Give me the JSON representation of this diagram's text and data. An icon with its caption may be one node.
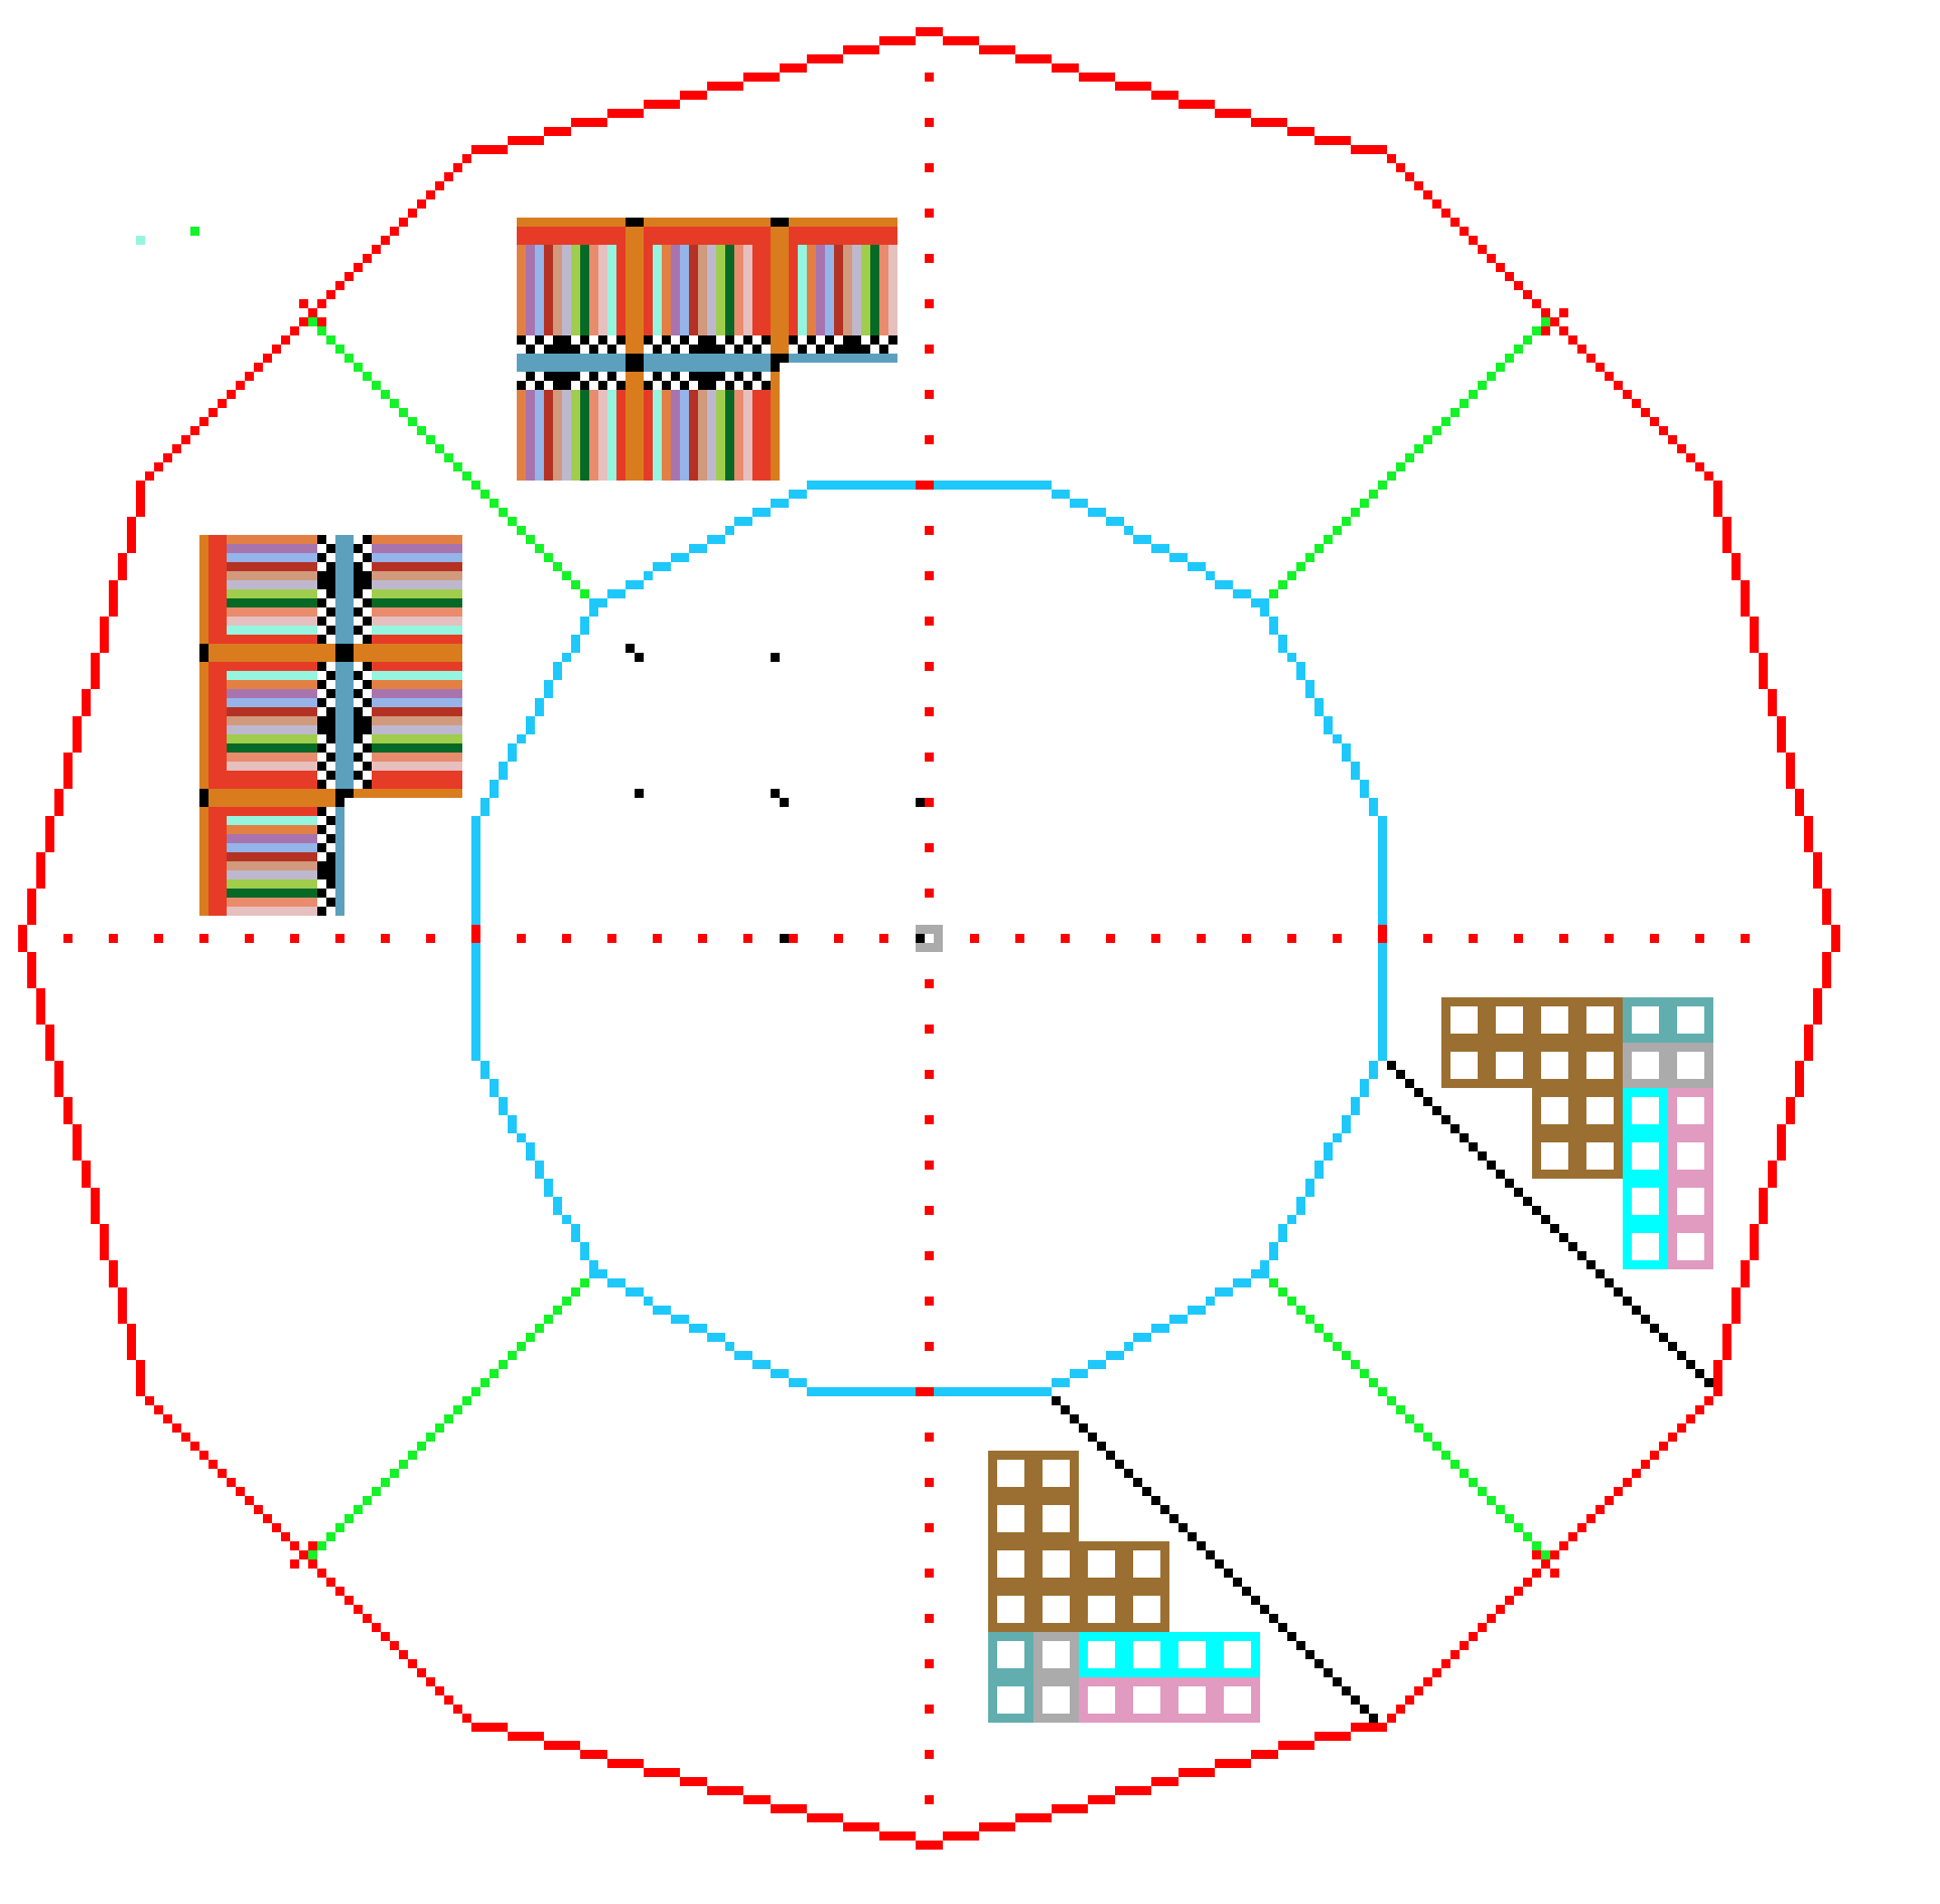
{
  "diagram": {
    "nodes": [
      {
        "text": [],
        "shape": "dodecagon"
      },
      {
        "text": [],
        "shape": "dodecagon",
        "in": 0
      }
    ],
    "edges": [
      {
        "from": 1,
        "to": 0,
        "arrow": "none"
      },
      {
        "from": 1,
        "to": 0,
        "arrow": "none"
      },
      {
        "from": 1,
        "to": 0,
        "arrow": "none"
      },
      {
        "from": 1,
        "to": 0,
        "arrow": "none"
      },
      {
        "from": 1,
        "to": 0,
        "arrow": "none",
        "color": "#000000"
      },
      {
        "from": 1,
        "to": 0,
        "arrow": "none",
        "color": "#000000"
      }
    ]
  }
}
